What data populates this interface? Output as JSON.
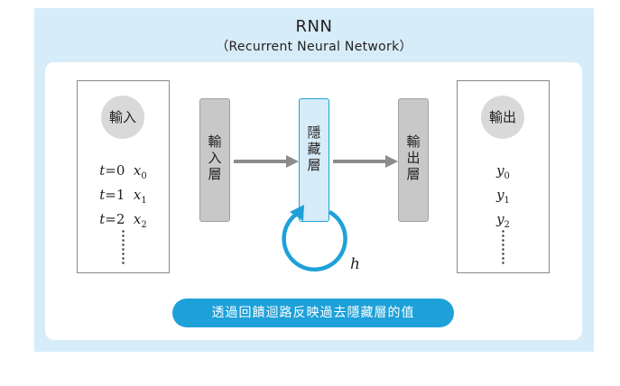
{
  "header": {
    "title": "RNN",
    "subtitle": "（Recurrent Neural Network）"
  },
  "input_panel": {
    "label": "輸入",
    "rows": [
      {
        "t": "t",
        "eq": "=0",
        "var": "x",
        "sub": "0"
      },
      {
        "t": "t",
        "eq": "=1",
        "var": "x",
        "sub": "1"
      },
      {
        "t": "t",
        "eq": "=2",
        "var": "x",
        "sub": "2"
      }
    ]
  },
  "output_panel": {
    "label": "輸出",
    "rows": [
      {
        "var": "y",
        "sub": "0"
      },
      {
        "var": "y",
        "sub": "1"
      },
      {
        "var": "y",
        "sub": "2"
      }
    ]
  },
  "layers": {
    "input": "輸入層",
    "hidden": "隱藏層",
    "output": "輸出層"
  },
  "loop_label": "h",
  "caption": "透過回饋迴路反映過去隱藏層的值",
  "colors": {
    "accent": "#1ea1d9",
    "panel_bg": "#d6ecf8",
    "gray_layer": "#c8c8c8",
    "arrow": "#8c8c8c"
  }
}
